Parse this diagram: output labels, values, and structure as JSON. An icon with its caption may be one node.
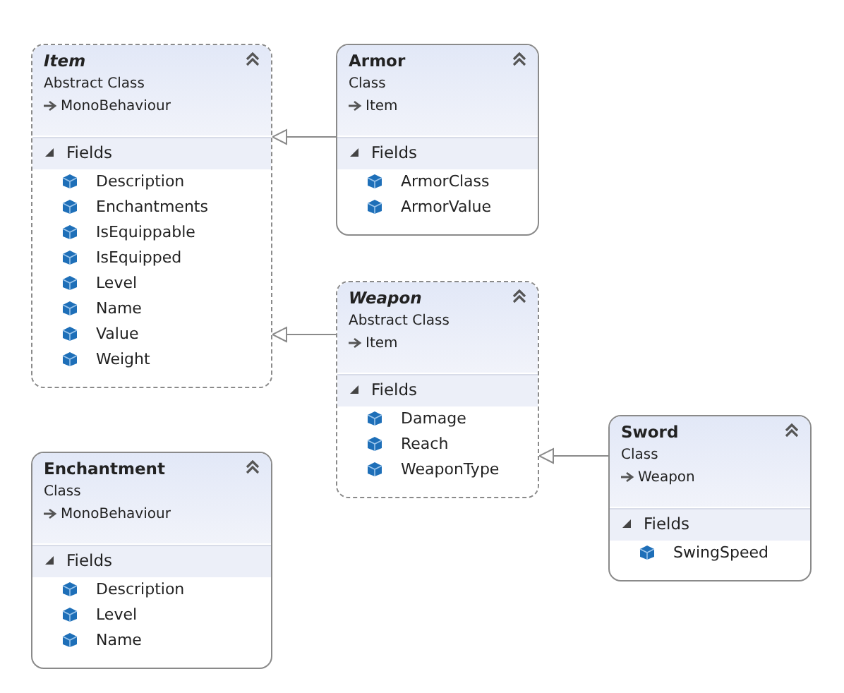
{
  "diagram": {
    "nodes": [
      {
        "text": [
          "Item",
          "Abstract Class",
          "MonoBehaviour",
          "Fields",
          "Description",
          "Enchantments",
          "IsEquippable",
          "IsEquipped",
          "Level",
          "Name",
          "Value",
          "Weight"
        ]
      },
      {
        "text": [
          "Armor",
          "Class",
          "Item",
          "Fields",
          "ArmorClass",
          "ArmorValue"
        ]
      },
      {
        "text": [
          "Weapon",
          "Abstract Class",
          "Item",
          "Fields",
          "Damage",
          "Reach",
          "WeaponType"
        ]
      },
      {
        "text": [
          "Sword",
          "Class",
          "Weapon",
          "Fields",
          "SwingSpeed"
        ]
      },
      {
        "text": [
          "Enchantment",
          "Class",
          "MonoBehaviour",
          "Fields",
          "Description",
          "Level",
          "Name"
        ]
      }
    ],
    "edges": [
      {
        "from": 1,
        "to": 0,
        "arrow": "to"
      },
      {
        "from": 2,
        "to": 0,
        "arrow": "to"
      },
      {
        "from": 3,
        "to": 2,
        "arrow": "to"
      }
    ]
  }
}
